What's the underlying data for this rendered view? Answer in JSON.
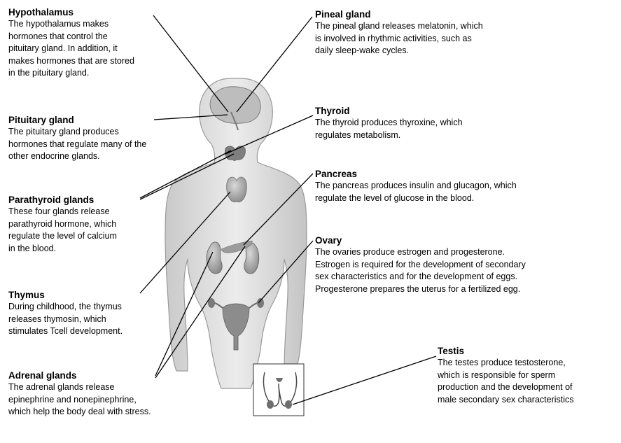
{
  "glands": {
    "hypothalamus": {
      "title": "Hypothalamus",
      "lines": [
        "The hypothalamus makes",
        "hormones that control the",
        "pituitary gland.  In addition, it",
        "makes hormones that are stored",
        "in the pituitary gland."
      ]
    },
    "pituitary": {
      "title": "Pituitary gland",
      "lines": [
        "The pituitary gland produces",
        "hormones that regulate many of the",
        "other endocrine glands."
      ]
    },
    "parathyroid": {
      "title": "Parathyroid glands",
      "lines": [
        "These four glands release",
        "parathyroid hormone, which",
        "regulate the level of calcium",
        "in the blood."
      ]
    },
    "thymus": {
      "title": "Thymus",
      "lines": [
        "During childhood, the thymus",
        "releases thymosin, which",
        "stimulates Tcell development."
      ]
    },
    "adrenal": {
      "title": "Adrenal glands",
      "lines": [
        "The adrenal glands release",
        "epinephrine and nonepinephrine,",
        "which help the body deal with stress."
      ]
    },
    "pineal": {
      "title": "Pineal gland",
      "lines": [
        "The pineal gland releases melatonin, which",
        "is involved in rhythmic activities, such as",
        "daily sleep-wake cycles."
      ]
    },
    "thyroid": {
      "title": "Thyroid",
      "lines": [
        "The thyroid produces thyroxine, which",
        "regulates metabolism."
      ]
    },
    "pancreas": {
      "title": "Pancreas",
      "lines": [
        "The pancreas produces insulin and glucagon, which",
        "regulate the level of glucose in the blood."
      ]
    },
    "ovary": {
      "title": "Ovary",
      "lines": [
        "The ovaries produce estrogen and progesterone.",
        "Estrogen is required for the development of secondary",
        "sex characteristics and for the development of eggs.",
        "Progesterone prepares the uterus for a fertilized egg."
      ]
    },
    "testis": {
      "title": "Testis",
      "lines": [
        "The testes produce testosterone,",
        "which is responsible for sperm",
        "production and the development of",
        "male secondary sex characteristics"
      ]
    }
  }
}
